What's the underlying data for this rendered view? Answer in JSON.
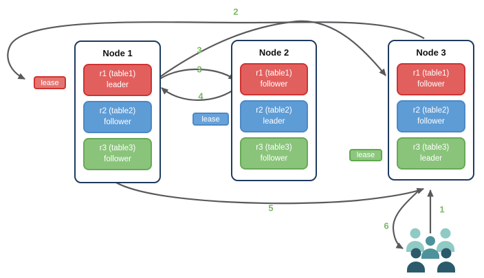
{
  "nodes": [
    {
      "title": "Node 1",
      "replicas": [
        {
          "name": "r1 (table1)",
          "role": "leader"
        },
        {
          "name": "r2 (table2)",
          "role": "follower"
        },
        {
          "name": "r3 (table3)",
          "role": "follower"
        }
      ]
    },
    {
      "title": "Node 2",
      "replicas": [
        {
          "name": "r1 (table1)",
          "role": "follower"
        },
        {
          "name": "r2 (table2)",
          "role": "leader"
        },
        {
          "name": "r3 (table3)",
          "role": "follower"
        }
      ]
    },
    {
      "title": "Node 3",
      "replicas": [
        {
          "name": "r1 (table1)",
          "role": "follower"
        },
        {
          "name": "r2 (table2)",
          "role": "follower"
        },
        {
          "name": "r3 (table3)",
          "role": "leader"
        }
      ]
    }
  ],
  "leases": [
    {
      "label": "lease",
      "color": "#e57470"
    },
    {
      "label": "lease",
      "color": "#67a3da"
    },
    {
      "label": "lease",
      "color": "#8cc77d"
    }
  ],
  "step_labels": [
    {
      "step": "2"
    },
    {
      "step": "3"
    },
    {
      "step": "3"
    },
    {
      "step": "4"
    },
    {
      "step": "5"
    },
    {
      "step": "1"
    },
    {
      "step": "6"
    }
  ],
  "icons": {
    "clients": "users-group-icon"
  },
  "colors": {
    "replica_table1": "#e1605e",
    "replica_table1_border": "#ce3331",
    "replica_table2": "#5e9cd6",
    "replica_table2_border": "#4e88c4",
    "replica_table3": "#8ac47b",
    "replica_table3_border": "#67a957",
    "node_border": "#1e3a5f",
    "arrow": "#58595b",
    "step_label": "#7ab965",
    "clients_back": "#8fcac5",
    "clients_middle": "#4d929b",
    "clients_front": "#2b5a6a"
  }
}
